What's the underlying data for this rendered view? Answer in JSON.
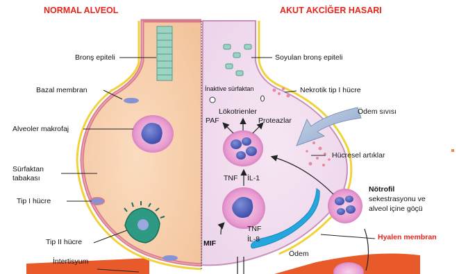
{
  "headers": {
    "normal": "NORMAL ALVEOL",
    "injury": "AKUT AKCİĞER HASARI"
  },
  "left_labels": {
    "bronchial_epithelium": "Bronş epiteli",
    "basal_membrane": "Bazal membran",
    "alveolar_macrophage": "Alveoler makrofaj",
    "surfactant_layer_line1": "Sürfaktan",
    "surfactant_layer_line2": "tabakası",
    "type1_cell": "Tip I hücre",
    "type2_cell": "Tip II hücre",
    "interstitium": "İntertisyum"
  },
  "right_labels": {
    "sloughed_epithelium": "Soyulan bronş epiteli",
    "inactive_surfactant": "İnaktive sürfaktan",
    "necrotic_type1": "Nekrotik tip I hücre",
    "leukotrienes": "Lökotrienler",
    "paf": "PAF",
    "proteases": "Proteazlar",
    "edema_fluid": "Ödem sıvısı",
    "cellular_debris": "Hücresel artıklar",
    "tnf_1": "TNF",
    "il1": "İL-1",
    "neutrophil_title": "Nötrofil",
    "neutrophil_line2": "sekestrasyonu ve",
    "neutrophil_line3": "alveol içine göçü",
    "mif": "MIF",
    "tnf_2": "TNF",
    "il8": "İL-8",
    "hyaline_membrane": "Hyalen membran",
    "edema": "Ödem"
  }
}
